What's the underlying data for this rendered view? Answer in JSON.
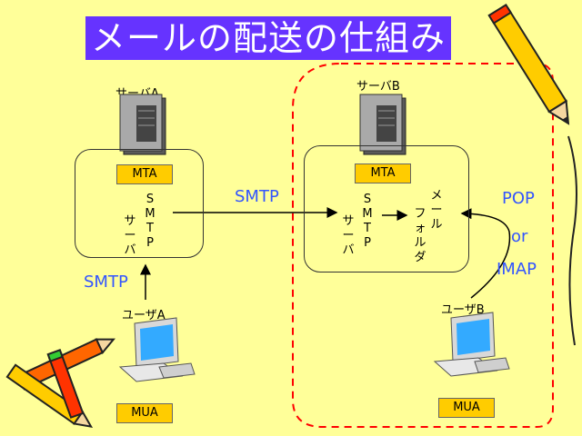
{
  "title": "メールの配送の仕組み",
  "server_a": {
    "name": "サーバA",
    "mta": "MTA",
    "smtp_vertical": [
      "S",
      "M",
      "T",
      "P"
    ],
    "server_vertical": [
      "サ",
      "ー",
      "バ"
    ]
  },
  "server_b": {
    "name": "サーバB",
    "mta": "MTA",
    "smtp_vertical": [
      "S",
      "M",
      "T",
      "P"
    ],
    "server_vertical": [
      "サ",
      "ー",
      "バ"
    ],
    "mailfolder_col1": [
      "メ",
      "ー",
      "ル"
    ],
    "mailfolder_col2": [
      "フ",
      "ォ",
      "ル",
      "ダ"
    ]
  },
  "user_a": {
    "name": "ユーザA",
    "mua": "MUA"
  },
  "user_b": {
    "name": "ユーザB",
    "mua": "MUA"
  },
  "protocols": {
    "smtp_between": "SMTP",
    "smtp_user": "SMTP",
    "pop": "POP",
    "or": "or",
    "imap": "IMAP"
  },
  "colors": {
    "background": "#ffff99",
    "title_bg": "#6633ff",
    "protocol_text": "#3355ff",
    "box_fill": "#ffcc00",
    "dashed_border": "#ff0000"
  }
}
